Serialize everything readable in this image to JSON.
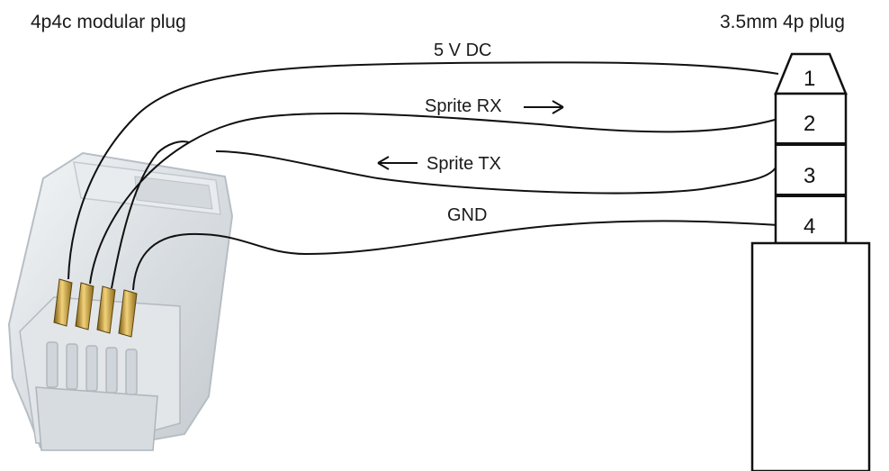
{
  "headings": {
    "left": "4p4c modular plug",
    "right": "3.5mm 4p plug"
  },
  "wires": [
    {
      "label": "5 V DC",
      "direction": "none"
    },
    {
      "label": "Sprite RX",
      "direction": "right"
    },
    {
      "label": "Sprite TX",
      "direction": "left"
    },
    {
      "label": "GND",
      "direction": "none"
    }
  ],
  "jack": {
    "pins": [
      "1",
      "2",
      "3",
      "4"
    ]
  },
  "colors": {
    "wire": "#111111",
    "plastic": "#dfe3e6",
    "contact_gold": "#c9a23a",
    "outline": "#111111"
  }
}
